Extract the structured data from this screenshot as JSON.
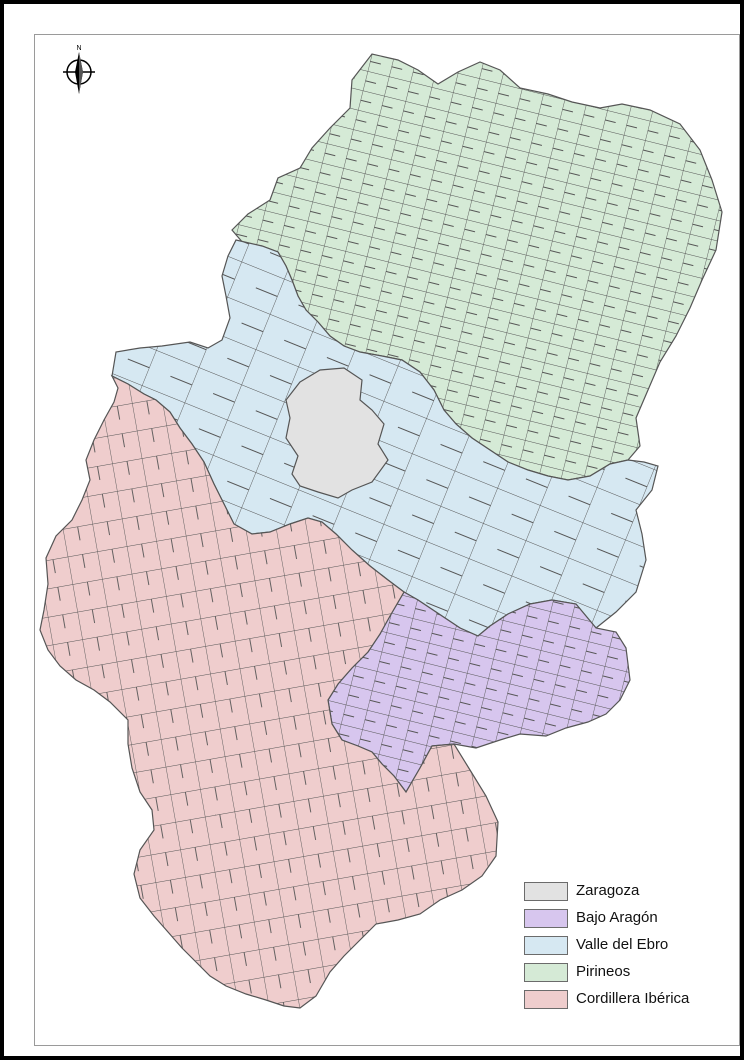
{
  "map": {
    "north_arrow": {
      "label": "N",
      "icon": "north-arrow-icon"
    },
    "regions": [
      {
        "id": "pirineos",
        "name": "Pirineos",
        "color": "#d5ead6"
      },
      {
        "id": "valle-del-ebro",
        "name": "Valle del Ebro",
        "color": "#d6e8f2"
      },
      {
        "id": "zaragoza",
        "name": "Zaragoza",
        "color": "#e2e2e2"
      },
      {
        "id": "bajo-aragon",
        "name": "Bajo Aragón",
        "color": "#d7c6ee"
      },
      {
        "id": "cordillera-iberica",
        "name": "Cordillera Ibérica",
        "color": "#efcdcd"
      }
    ],
    "boundary_color": "#555555",
    "legend": [
      {
        "label": "Zaragoza",
        "color": "#e2e2e2"
      },
      {
        "label": "Bajo Aragón",
        "color": "#d7c6ee"
      },
      {
        "label": "Valle del Ebro",
        "color": "#d6e8f2"
      },
      {
        "label": "Pirineos",
        "color": "#d5ead6"
      },
      {
        "label": "Cordillera Ibérica",
        "color": "#efcdcd"
      }
    ]
  }
}
